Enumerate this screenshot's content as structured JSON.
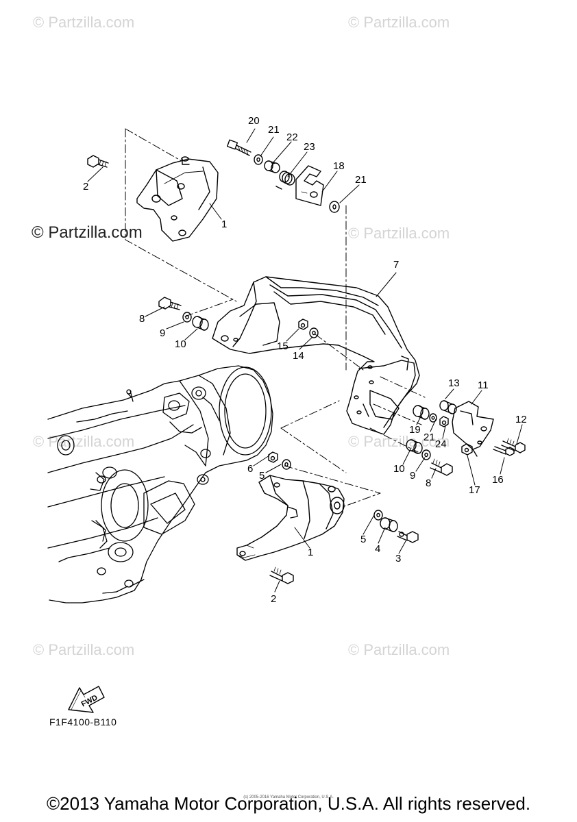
{
  "watermarks": {
    "small": "© Partzilla.com",
    "large": "© Partzilla.com"
  },
  "callouts": {
    "c20": "20",
    "c21a": "21",
    "c22": "22",
    "c23": "23",
    "c18": "18",
    "c21b": "21",
    "c2a": "2",
    "c1a": "1",
    "c7": "7",
    "c8a": "8",
    "c9a": "9",
    "c10a": "10",
    "c15": "15",
    "c14": "14",
    "c13": "13",
    "c11": "11",
    "c12": "12",
    "c19": "19",
    "c21c": "21",
    "c24": "24",
    "c10b": "10",
    "c9b": "9",
    "c8b": "8",
    "c17": "17",
    "c16": "16",
    "c6": "6",
    "c5a": "5",
    "c5b": "5",
    "c4": "4",
    "c3": "3",
    "c1b": "1",
    "c2b": "2"
  },
  "fwd_label": "FWD",
  "diagram_code": "F1F4100-B110",
  "tiny_credit": "(c) 2005-2016 Yamaha Motor Corporation, U.S.A.",
  "copyright": "©2013 Yamaha Motor Corporation, U.S.A. All rights reserved."
}
